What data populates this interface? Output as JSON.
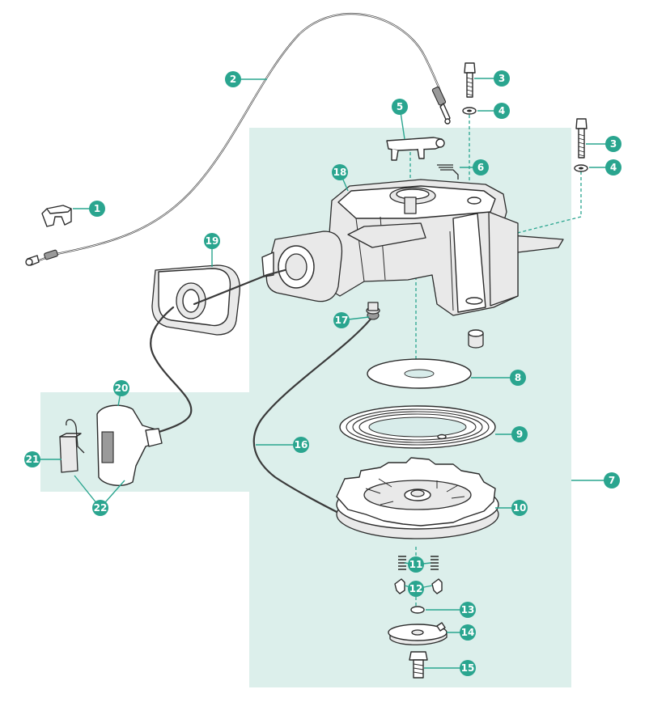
{
  "colors": {
    "callout": "#2aa58f",
    "panel": "#dcefeb",
    "leader": "#2aa58f",
    "outline": "#2b2b2b"
  },
  "callouts": [
    {
      "label": "1"
    },
    {
      "label": "2"
    },
    {
      "label": "3"
    },
    {
      "label": "4"
    },
    {
      "label": "5"
    },
    {
      "label": "6"
    },
    {
      "label": "3"
    },
    {
      "label": "4"
    },
    {
      "label": "18"
    },
    {
      "label": "19"
    },
    {
      "label": "17"
    },
    {
      "label": "8"
    },
    {
      "label": "9"
    },
    {
      "label": "16"
    },
    {
      "label": "7"
    },
    {
      "label": "10"
    },
    {
      "label": "11"
    },
    {
      "label": "12"
    },
    {
      "label": "13"
    },
    {
      "label": "14"
    },
    {
      "label": "15"
    },
    {
      "label": "20"
    },
    {
      "label": "21"
    },
    {
      "label": "22"
    }
  ]
}
